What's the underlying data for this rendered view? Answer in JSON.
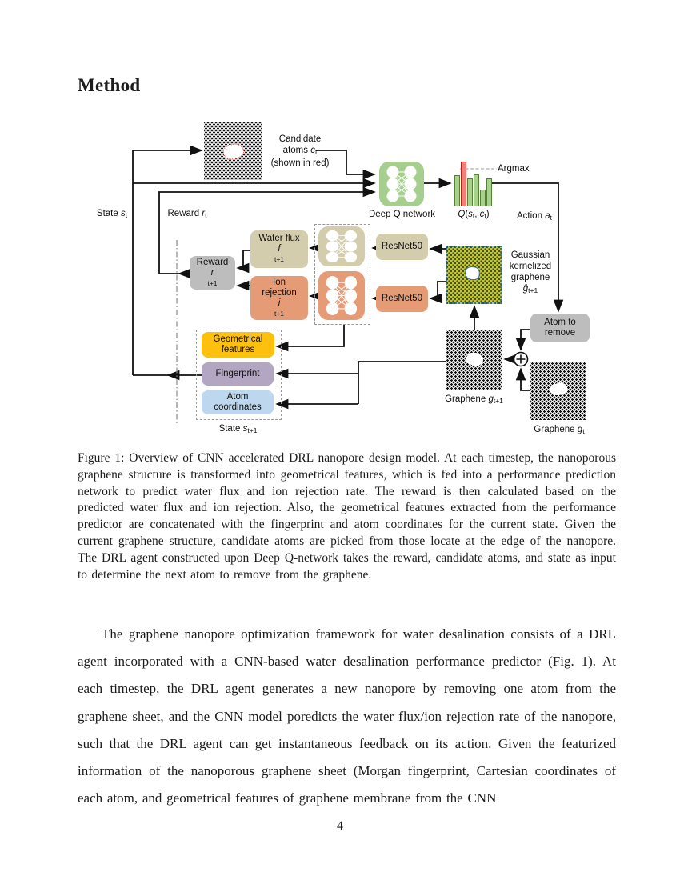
{
  "page": {
    "heading": "Method",
    "page_number": "4"
  },
  "figure": {
    "caption": "Figure 1: Overview of CNN accelerated DRL nanopore design model. At each timestep, the nanoporous graphene structure is transformed into geometrical features, which is fed into a performance prediction network to predict water flux and ion rejection rate. The reward is then calculated based on the predicted water flux and ion rejection. Also, the geometrical features extracted from the performance predictor are concatenated with the fingerprint and atom coordinates for the current state. Given the current graphene structure, candidate atoms are picked from those locate at the edge of the nanopore. The DRL agent constructed upon Deep Q-network takes the reward, candidate atoms, and state as input to determine the next atom to remove from the graphene.",
    "labels": {
      "state_t": "State *s*~t~",
      "reward_t": "Reward *r*~t~",
      "candidate": "Candidate\natoms *c*~t~\n(shown in red)",
      "deep_q_network": "Deep Q network",
      "q_values": "*Q*(*s*~t~, *c*~t~)",
      "argmax": "Argmax",
      "action": "Action *a*~t~",
      "reward_box": "Reward\n*r*~t+1~",
      "water_flux": "Water flux\n*f*~t+1~",
      "ion_rejection": "Ion\nrejection\n*i*~t+1~",
      "resnet50": "ResNet50",
      "gaussian_graphene": "Gaussian\nkernelized\ngraphene\n*ĝ*~t+1~",
      "atom_to_remove": "Atom to\nremove",
      "graphene_t1": "Graphene *g*~t+1~",
      "graphene_t": "Graphene *g*~t~",
      "geometrical_features": "Geometrical\nfeatures",
      "fingerprint": "Fingerprint",
      "atom_coordinates": "Atom\ncoordinates",
      "state_t1": "State *s*~t+1~"
    },
    "colors": {
      "dqn_green": "#a6cf8f",
      "tan": "#d3cdad",
      "orange": "#e69b77",
      "gray": "#bdbdbd",
      "amber": "#fec00f",
      "purple": "#b3a6c2",
      "light_blue": "#bdd7ee",
      "gaussian_yellow": "#c6c937",
      "gaussian_border_blue": "#2e75b6",
      "bar_green": "#a9d18e",
      "bar_green_stroke": "#548235",
      "bar_red": "#f07f7f",
      "bar_red_stroke": "#b02418"
    }
  },
  "chart_data": {
    "type": "bar",
    "title": "Q(s_t, c_t)",
    "values": [
      0.69,
      1.0,
      0.62,
      0.71,
      0.38,
      0.62
    ],
    "bar_colors": [
      "green",
      "red",
      "green",
      "green",
      "green",
      "green"
    ],
    "annotation": "Argmax",
    "argmax_index": 1,
    "ylim": [
      0,
      1
    ],
    "xlabel": "",
    "ylabel": ""
  },
  "text": {
    "paragraph": "The graphene nanopore optimization framework for water desalination consists of a DRL agent incorporated with a CNN-based water desalination performance predictor (Fig. 1). At each timestep, the DRL agent generates a new nanopore by removing one atom from the graphene sheet, and the CNN model poredicts the water flux/ion rejection rate of the nanopore, such that the DRL agent can get instantaneous feedback on its action. Given the featurized information of the nanoporous graphene sheet (Morgan fingerprint, Cartesian coordinates of each atom, and geometrical features of graphene membrane from the CNN"
  }
}
